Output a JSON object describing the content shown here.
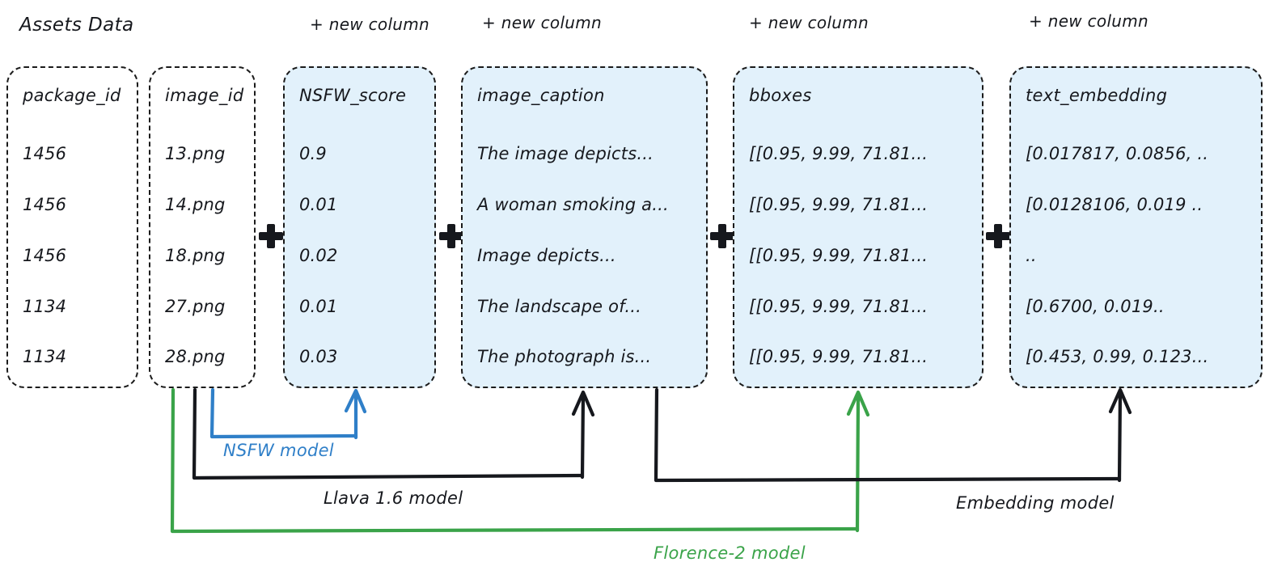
{
  "diagram": {
    "title": "Assets Data",
    "new_column_label": "+ new column",
    "plus_glyph": "+",
    "colors": {
      "ink": "#16181d",
      "filled_column_bg": "#e2f1fb",
      "plain_column_bg": "#ffffff",
      "nsfw_model": "#2f7fc8",
      "llava_model": "#16181d",
      "florence_model": "#3aa349",
      "embedding_model": "#16181d"
    },
    "columns": [
      {
        "id": "package_id",
        "header": "package_id",
        "style": "plain",
        "is_new": false,
        "rows": [
          "1456",
          "1456",
          "1456",
          "1134",
          "1134"
        ]
      },
      {
        "id": "image_id",
        "header": "image_id",
        "style": "plain",
        "is_new": false,
        "rows": [
          "13.png",
          "14.png",
          "18.png",
          "27.png",
          "28.png"
        ]
      },
      {
        "id": "nsfw_score",
        "header": "NSFW_score",
        "style": "filled",
        "is_new": true,
        "rows": [
          "0.9",
          "0.01",
          "0.02",
          "0.01",
          "0.03"
        ]
      },
      {
        "id": "image_caption",
        "header": "image_caption",
        "style": "filled",
        "is_new": true,
        "rows": [
          "The image depicts...",
          "A woman smoking a...",
          "Image depicts...",
          "The landscape of...",
          "The photograph is..."
        ]
      },
      {
        "id": "bboxes",
        "header": "bboxes",
        "style": "filled",
        "is_new": true,
        "rows": [
          "[[0.95, 9.99, 71.81...",
          "[[0.95, 9.99, 71.81...",
          "[[0.95, 9.99, 71.81...",
          "[[0.95, 9.99, 71.81...",
          "[[0.95, 9.99, 71.81..."
        ]
      },
      {
        "id": "text_embedding",
        "header": "text_embedding",
        "style": "filled",
        "is_new": true,
        "rows": [
          "[0.017817, 0.0856, ..",
          "[0.0128106, 0.019 ..",
          "..",
          "[0.6700, 0.019..",
          "[0.453, 0.99, 0.123..."
        ]
      }
    ],
    "models": [
      {
        "id": "nsfw",
        "label": "NSFW model",
        "color": "#2f7fc8",
        "source": "image_id",
        "target": "nsfw_score"
      },
      {
        "id": "llava",
        "label": "Llava 1.6 model",
        "color": "#16181d",
        "source": "image_id",
        "target": "image_caption"
      },
      {
        "id": "florence",
        "label": "Florence-2 model",
        "color": "#3aa349",
        "source": "image_id",
        "target": "bboxes"
      },
      {
        "id": "embedding",
        "label": "Embedding model",
        "color": "#16181d",
        "source": "image_caption",
        "target": "text_embedding"
      }
    ]
  }
}
